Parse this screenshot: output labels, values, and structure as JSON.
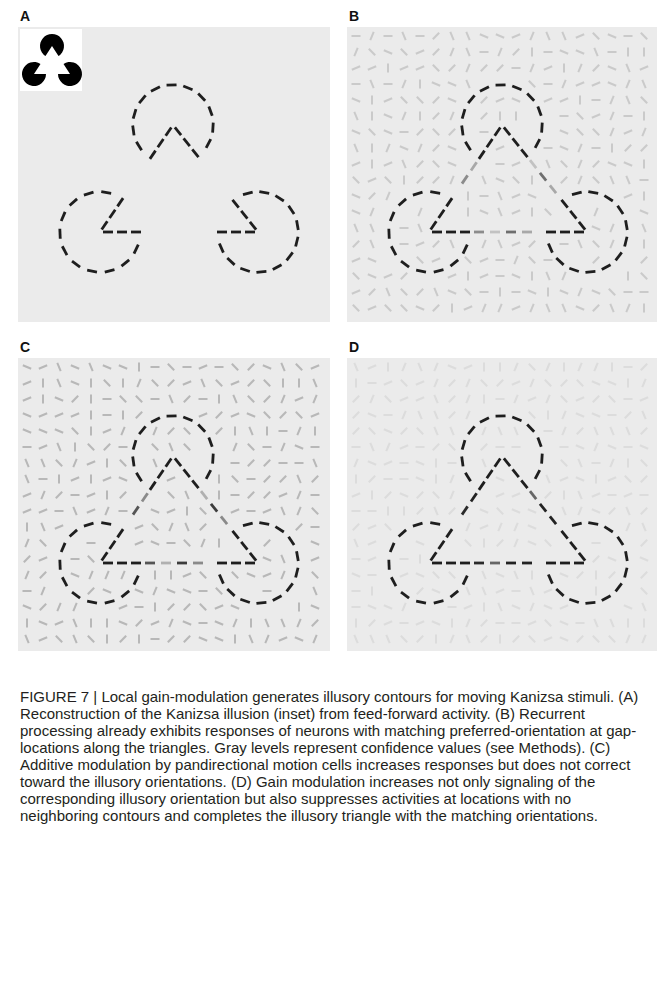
{
  "diagram": {
    "caption": "FIGURE 7 | Local gain-modulation generates illusory contours for moving Kanizsa stimuli. (A) Reconstruction of the Kanizsa illusion (inset) from feed-forward activity. (B) Recurrent processing already exhibits responses of neurons with matching preferred-orientation at gap-locations along the triangles. Gray levels represent confidence values (see Methods). (C) Additive modulation by pandirectional motion cells increases responses but does not correct toward the illusory orientations. (D) Gain modulation increases not only signaling of the corresponding illusory orientation but also suppresses activities at locations with no neighboring contours and completes the illusory triangle with the matching orientations.",
    "nodes": [
      {
        "text": [
          "A"
        ]
      },
      {
        "text": [
          "B"
        ]
      },
      {
        "text": [
          "C"
        ]
      },
      {
        "text": [
          "D"
        ]
      }
    ]
  }
}
